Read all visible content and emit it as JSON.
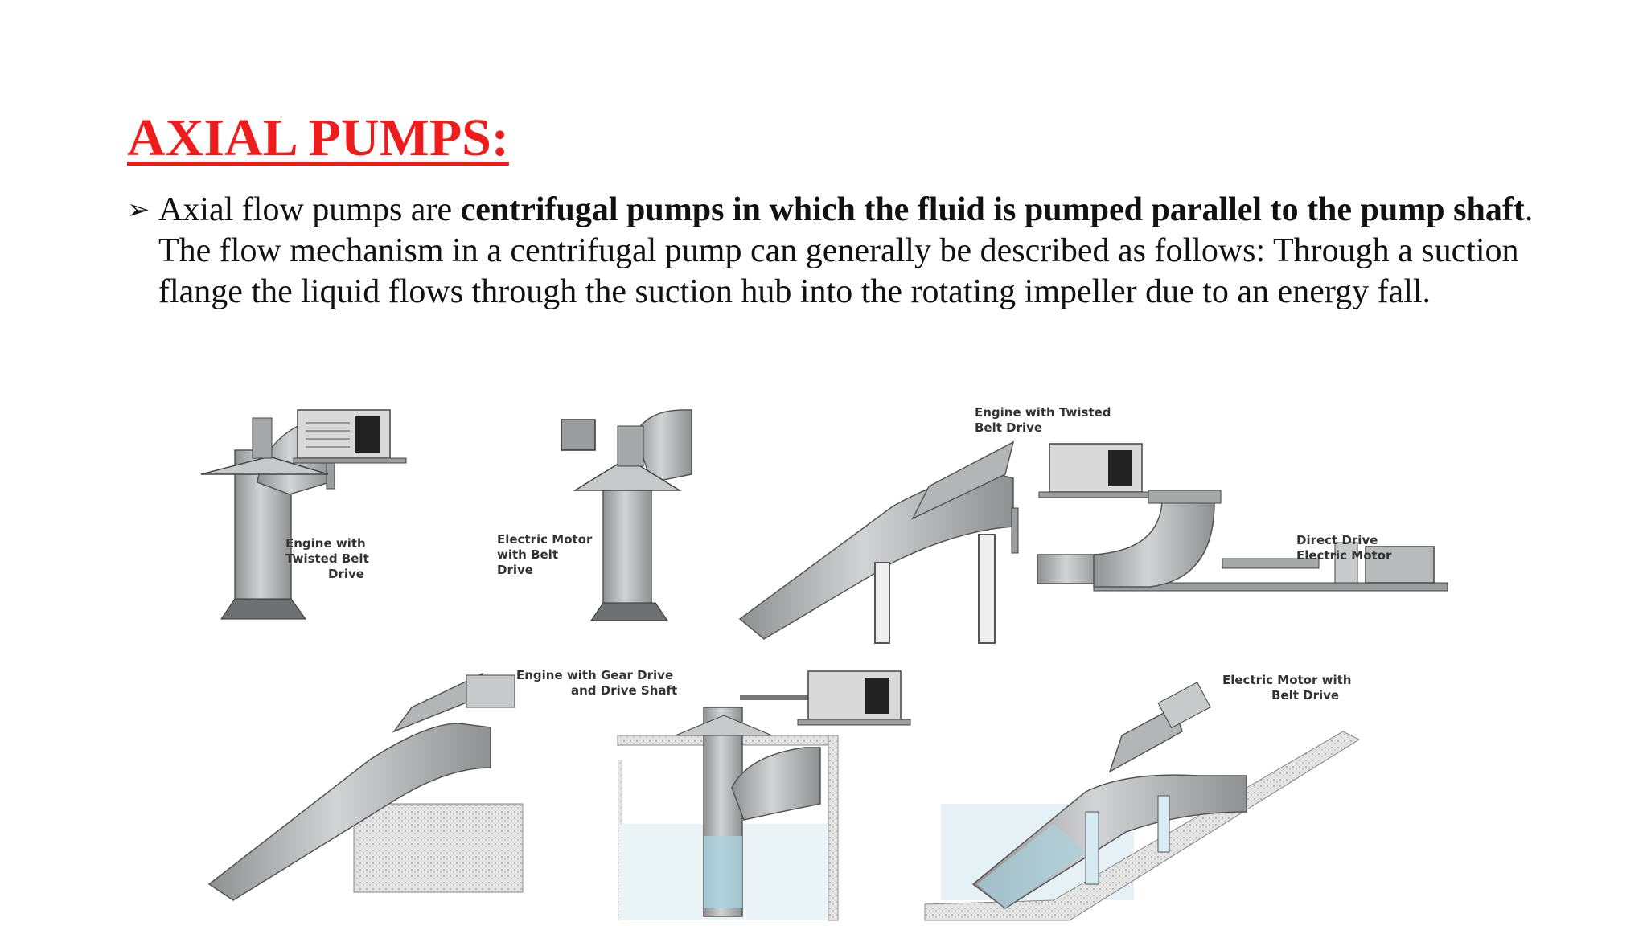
{
  "slide": {
    "title": "AXIAL PUMPS:",
    "bullet": {
      "marker": "➢",
      "text_1": "Axial flow pumps are ",
      "bold": "centrifugal pumps in which the fluid is pumped parallel to the pump shaft",
      "text_2": ". The flow mechanism in a centrifugal pump can generally be described as follows: Through a suction flange the liquid flows through the suction hub into the rotating impeller due to an energy fall."
    }
  },
  "figure": {
    "captions": {
      "c1_l1": "Engine with",
      "c1_l2": "Twisted Belt",
      "c1_l3": "Drive",
      "c2_l1": "Electric Motor",
      "c2_l2": "with Belt",
      "c2_l3": "Drive",
      "c3_l1": "Engine with Twisted",
      "c3_l2": "Belt Drive",
      "c4_l1": "Direct Drive",
      "c4_l2": "Electric Motor",
      "c5_l1": "Engine with Gear Drive",
      "c5_l2": "and Drive Shaft",
      "c6_l1": "Electric Motor with",
      "c6_l2": "Belt Drive"
    },
    "colors": {
      "pipe": "#b9babc",
      "pipe_dark": "#8d8e90",
      "water": "#cfe6ee",
      "concrete": "#d8d8d8"
    }
  }
}
